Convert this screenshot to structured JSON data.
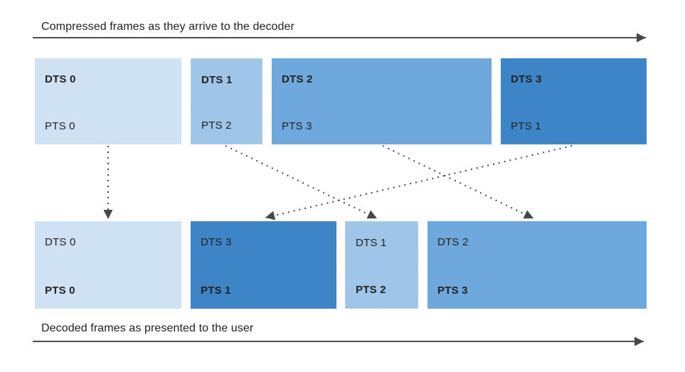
{
  "diagram": {
    "title_implied": "Video frame reordering between decode order and presentation order",
    "compressed_track": {
      "label": "Compressed frames as they arrive to the decoder",
      "frames": [
        {
          "dts": "DTS 0",
          "pts": "PTS 0",
          "emphasis": "dts"
        },
        {
          "dts": "DTS 1",
          "pts": "PTS 2",
          "emphasis": "dts"
        },
        {
          "dts": "DTS 2",
          "pts": "PTS 3",
          "emphasis": "dts"
        },
        {
          "dts": "DTS 3",
          "pts": "PTS 1",
          "emphasis": "dts"
        }
      ]
    },
    "decoded_track": {
      "label": "Decoded frames as presented to the user",
      "frames": [
        {
          "dts": "DTS 0",
          "pts": "PTS 0",
          "emphasis": "pts"
        },
        {
          "dts": "DTS 3",
          "pts": "PTS 1",
          "emphasis": "pts"
        },
        {
          "dts": "DTS 1",
          "pts": "PTS 2",
          "emphasis": "pts"
        },
        {
          "dts": "DTS 2",
          "pts": "PTS 3",
          "emphasis": "pts"
        }
      ]
    },
    "connections": [
      {
        "from_compressed_frame": 0,
        "to_decoded_frame": 0
      },
      {
        "from_compressed_frame": 1,
        "to_decoded_frame": 2
      },
      {
        "from_compressed_frame": 2,
        "to_decoded_frame": 3
      },
      {
        "from_compressed_frame": 3,
        "to_decoded_frame": 1
      }
    ],
    "colors": {
      "frame_lightest_blue": "#cfe2f3",
      "frame_light_blue": "#9fc5e8",
      "frame_medium_blue": "#6fa8dc",
      "frame_dark_blue": "#3d85c6",
      "line_gray": "#4a4d52",
      "text_dark": "#212121"
    }
  }
}
